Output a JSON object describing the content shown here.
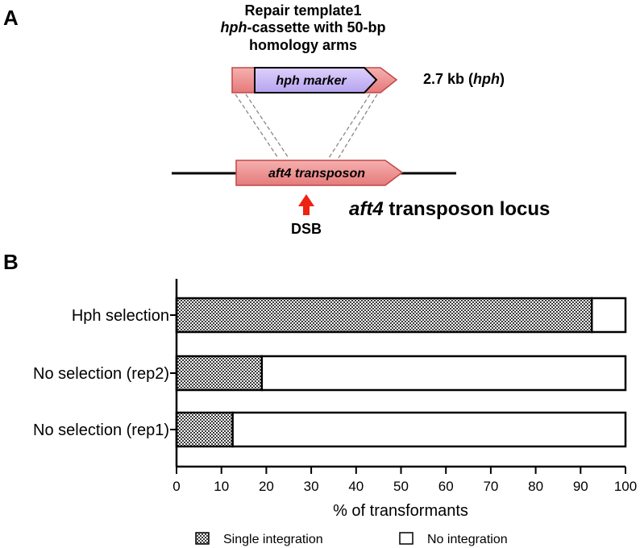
{
  "panel_a": {
    "letter": "A",
    "template_title": {
      "line1": "Repair template1",
      "line2_italic": "hph",
      "line2_rest": "-cassette with 50-bp",
      "line3": "homology arms"
    },
    "cassette_label": "hph marker",
    "size_bold": "2.7 kb (",
    "size_italic": "hph",
    "size_close": ")",
    "locus_arrow_label": "aft4 transposon",
    "locus_title_italic": "aft4",
    "locus_title_rest": " transposon locus",
    "dsb_label": "DSB",
    "colors": {
      "pink": "#f09090",
      "purple": "#c8b8f4",
      "dsb_red": "#ee2211"
    }
  },
  "panel_b": {
    "letter": "B"
  },
  "chart_data": {
    "type": "bar",
    "orientation": "horizontal",
    "stacked": true,
    "categories": [
      "Hph selection",
      "No selection (rep2)",
      "No selection (rep1)"
    ],
    "series": [
      {
        "name": "Single integration",
        "values": [
          92.5,
          19,
          12.5
        ],
        "pattern": "checkered"
      },
      {
        "name": "No integration",
        "values": [
          7.5,
          81,
          87.5
        ],
        "pattern": "white"
      }
    ],
    "xlabel": "% of transformants",
    "xlim": [
      0,
      100
    ],
    "xticks": [
      "0",
      "10",
      "20",
      "30",
      "40",
      "50",
      "60",
      "70",
      "80",
      "90",
      "100"
    ],
    "legend_placement": "bottom",
    "grid": false
  }
}
